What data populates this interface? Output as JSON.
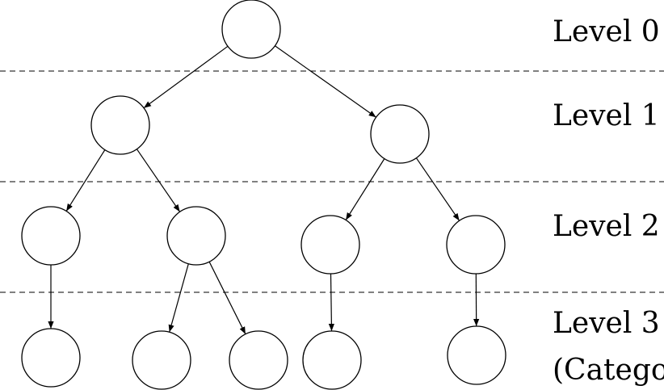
{
  "levels": [
    {
      "label": "Level 0"
    },
    {
      "label": "Level 1"
    },
    {
      "label": "Level 2"
    },
    {
      "label": "Level 3"
    }
  ],
  "level3_note": "(Categor",
  "tree": {
    "nodes": [
      {
        "id": "root"
      },
      {
        "id": "l1-left"
      },
      {
        "id": "l1-right"
      },
      {
        "id": "l2-a"
      },
      {
        "id": "l2-b"
      },
      {
        "id": "l2-c"
      },
      {
        "id": "l2-d"
      },
      {
        "id": "l3-a"
      },
      {
        "id": "l3-b"
      },
      {
        "id": "l3-c"
      },
      {
        "id": "l3-d"
      },
      {
        "id": "l3-e"
      }
    ],
    "edges": [
      {
        "from": "root",
        "to": "l1-left"
      },
      {
        "from": "root",
        "to": "l1-right"
      },
      {
        "from": "l1-left",
        "to": "l2-a"
      },
      {
        "from": "l1-left",
        "to": "l2-b"
      },
      {
        "from": "l1-right",
        "to": "l2-c"
      },
      {
        "from": "l1-right",
        "to": "l2-d"
      },
      {
        "from": "l2-a",
        "to": "l3-a"
      },
      {
        "from": "l2-b",
        "to": "l3-b"
      },
      {
        "from": "l2-b",
        "to": "l3-c"
      },
      {
        "from": "l2-c",
        "to": "l3-d"
      },
      {
        "from": "l2-d",
        "to": "l3-e"
      }
    ]
  }
}
